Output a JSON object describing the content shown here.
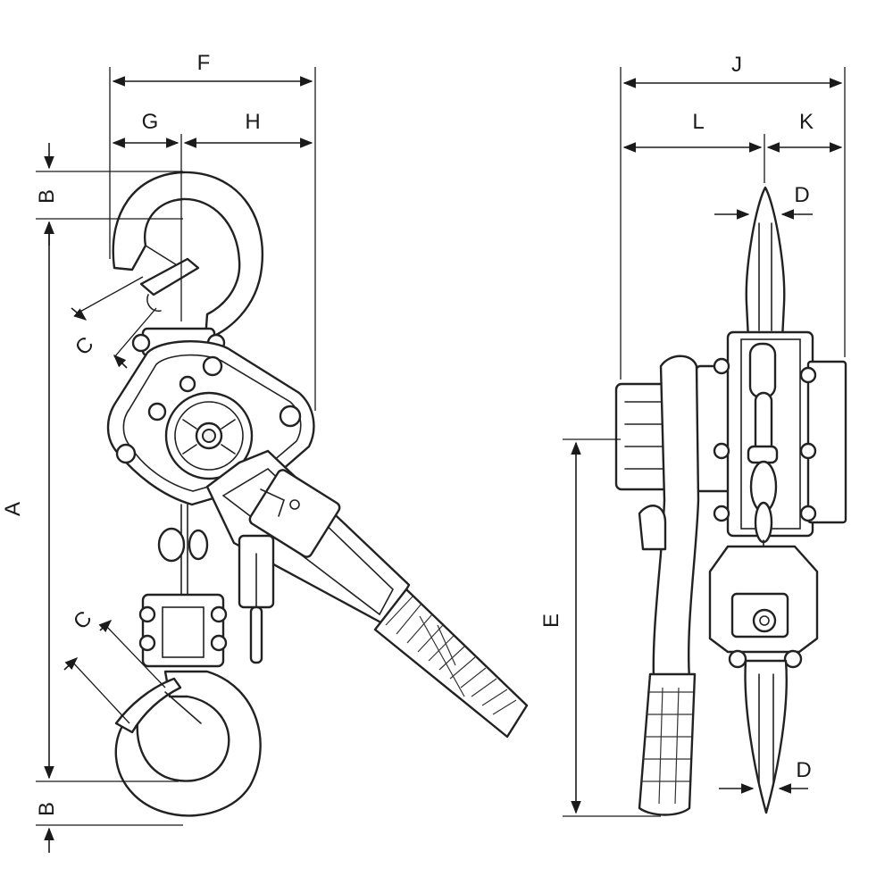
{
  "diagram": {
    "front_view": {
      "labels": {
        "F": "F",
        "G": "G",
        "H": "H",
        "A": "A",
        "B_top": "B",
        "B_bottom": "B",
        "C_top": "C",
        "C_bottom": "C"
      }
    },
    "side_view": {
      "labels": {
        "J": "J",
        "L": "L",
        "K": "K",
        "D_top": "D",
        "D_bottom": "D",
        "E": "E"
      }
    }
  }
}
